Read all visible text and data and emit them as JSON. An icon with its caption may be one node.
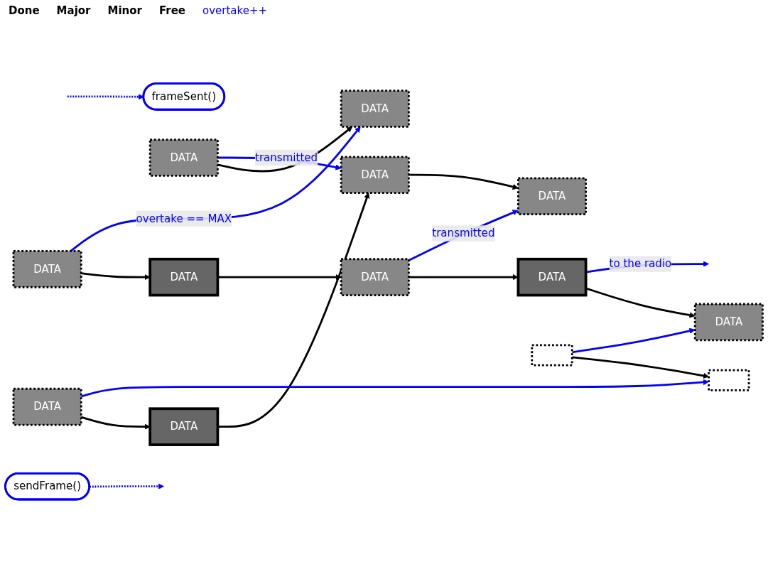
{
  "diagram": {
    "nodes": [
      {
        "text": [
          "DATA"
        ]
      },
      {
        "text": [
          "DATA"
        ]
      },
      {
        "text": [
          "DATA"
        ]
      },
      {
        "text": [
          "DATA"
        ]
      },
      {
        "text": [
          "DATA"
        ]
      },
      {
        "text": [
          "DATA"
        ]
      },
      {
        "text": [
          "DATA"
        ]
      },
      {
        "text": [
          "DATA"
        ]
      },
      {
        "text": [
          "DATA"
        ]
      },
      {
        "text": [
          "DATA"
        ]
      },
      {
        "text": [
          "DATA"
        ]
      },
      {
        "text": [],
        "shape": "box"
      },
      {
        "text": [],
        "shape": "box"
      },
      {
        "text": [
          "frameSent()"
        ]
      },
      {
        "text": [
          "sendFrame()"
        ]
      }
    ],
    "edges": [
      {
        "from": 0,
        "to": 1,
        "arrow": "to"
      },
      {
        "from": 1,
        "to": 2,
        "arrow": "to"
      },
      {
        "from": 2,
        "to": 3,
        "arrow": "to"
      },
      {
        "from": 4,
        "to": 5,
        "arrow": "to"
      },
      {
        "from": 6,
        "to": 7,
        "arrow": "to"
      },
      {
        "from": 7,
        "to": 8,
        "arrow": "to"
      },
      {
        "from": 8,
        "to": 9,
        "arrow": "to"
      },
      {
        "from": 9,
        "to": 10,
        "arrow": "to"
      },
      {
        "from": 11,
        "to": 12,
        "arrow": "to"
      },
      {
        "from": 0,
        "to": 12,
        "arrow": "to",
        "color": "#0000ff"
      },
      {
        "from": 4,
        "to": 2,
        "label": "transmitted",
        "arrow": "to",
        "color": "#0000ff"
      },
      {
        "from": 6,
        "to": 5,
        "label": "overtake == MAX",
        "arrow": "to",
        "color": "#0000ff"
      },
      {
        "from": 8,
        "to": 3,
        "label": "transmitted",
        "arrow": "to",
        "color": "#0000ff"
      },
      {
        "from": 9,
        "to": null,
        "label": "to the radio",
        "arrow": "to",
        "color": "#0000ff"
      },
      {
        "from": 11,
        "to": 10,
        "arrow": "to",
        "color": "#0000ff"
      },
      {
        "from": null,
        "to": 13,
        "arrow": "to",
        "style": "dashed",
        "color": "#0000ff"
      },
      {
        "from": 14,
        "to": null,
        "arrow": "to",
        "style": "dashed",
        "color": "#0000ff"
      }
    ],
    "labels": [
      "Done",
      "Major",
      "Minor",
      "Free",
      "overtake++"
    ]
  }
}
